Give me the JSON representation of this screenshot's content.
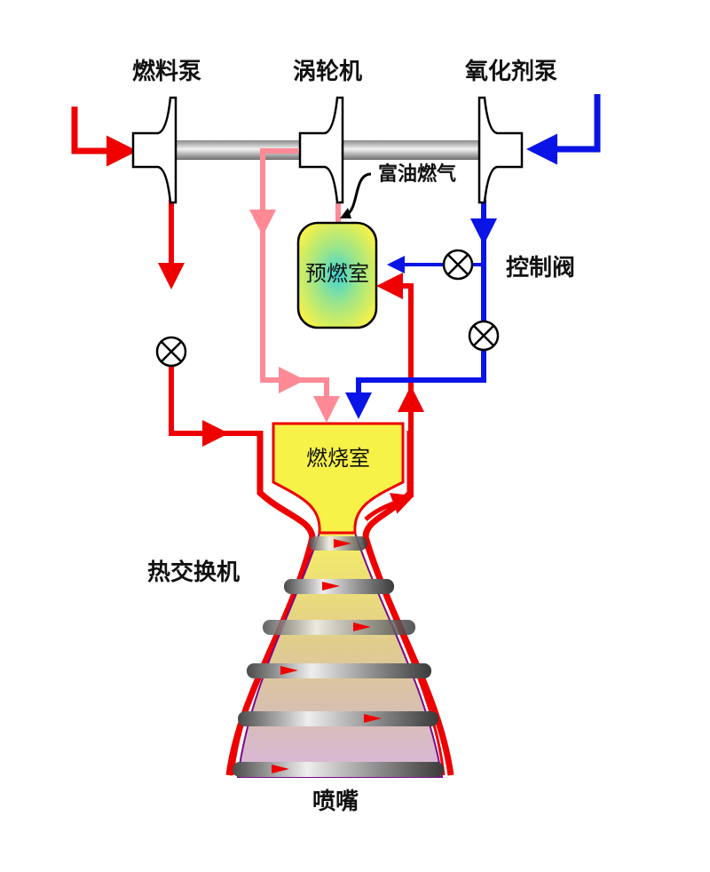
{
  "labels": {
    "fuel_pump": "燃料泵",
    "turbine": "涡轮机",
    "oxidizer_pump": "氧化剂泵",
    "rich_gas": "富油燃气",
    "preburner": "预燃室",
    "control_valve": "控制阀",
    "combustion_chamber": "燃烧室",
    "heat_exchanger": "热交换机",
    "nozzle": "喷嘴"
  },
  "colors": {
    "fuel": "#ee0000",
    "fuel_hot": "#ff8a96",
    "oxidizer": "#0a14e6",
    "chamber": "#f7f247",
    "outline": "#000000"
  },
  "icons": [
    "valve-icon",
    "flow-arrow-icon",
    "turbine-shaft"
  ]
}
